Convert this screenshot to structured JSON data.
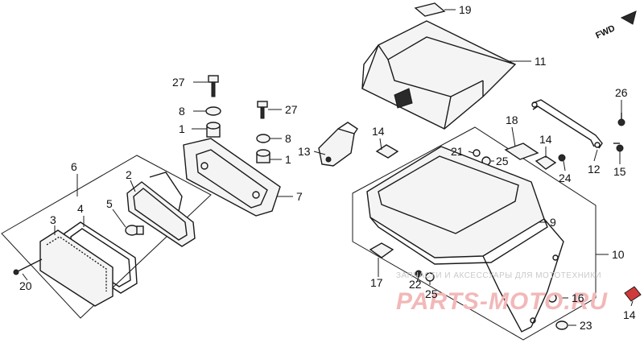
{
  "diagram": {
    "direction_label": "FWD",
    "watermark_text": "ЗАПЧАСТИ И АКСЕССУАРЫ ДЛЯ МОТОТЕХНИКИ",
    "watermark_logo": "PARTS-MOTO.RU",
    "callouts": [
      {
        "id": "c19",
        "label": "19"
      },
      {
        "id": "c11",
        "label": "11"
      },
      {
        "id": "c27a",
        "label": "27"
      },
      {
        "id": "c8a",
        "label": "8"
      },
      {
        "id": "c1a",
        "label": "1"
      },
      {
        "id": "c27b",
        "label": "27"
      },
      {
        "id": "c8b",
        "label": "8"
      },
      {
        "id": "c1b",
        "label": "1"
      },
      {
        "id": "c14a",
        "label": "14"
      },
      {
        "id": "c13",
        "label": "13"
      },
      {
        "id": "c18",
        "label": "18"
      },
      {
        "id": "c14b",
        "label": "14"
      },
      {
        "id": "c26",
        "label": "26"
      },
      {
        "id": "c21",
        "label": "21"
      },
      {
        "id": "c25a",
        "label": "25"
      },
      {
        "id": "c24",
        "label": "24"
      },
      {
        "id": "c12",
        "label": "12"
      },
      {
        "id": "c15",
        "label": "15"
      },
      {
        "id": "c6",
        "label": "6"
      },
      {
        "id": "c2",
        "label": "2"
      },
      {
        "id": "c7",
        "label": "7"
      },
      {
        "id": "c5",
        "label": "5"
      },
      {
        "id": "c4",
        "label": "4"
      },
      {
        "id": "c3",
        "label": "3"
      },
      {
        "id": "c9",
        "label": "9"
      },
      {
        "id": "c10",
        "label": "10"
      },
      {
        "id": "c20",
        "label": "20"
      },
      {
        "id": "c17",
        "label": "17"
      },
      {
        "id": "c22",
        "label": "22"
      },
      {
        "id": "c25b",
        "label": "25"
      },
      {
        "id": "c16",
        "label": "16"
      },
      {
        "id": "c14c",
        "label": "14"
      },
      {
        "id": "c23",
        "label": "23"
      }
    ]
  }
}
